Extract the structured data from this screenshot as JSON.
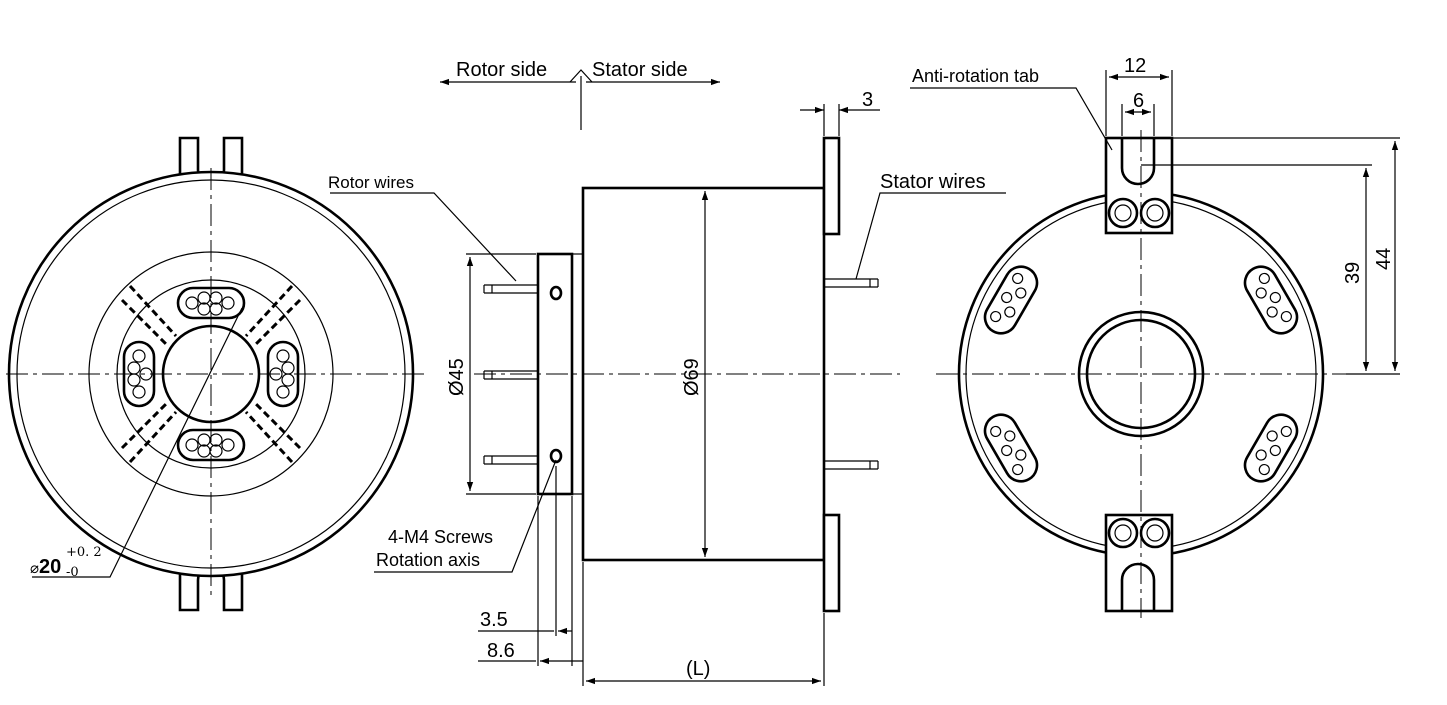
{
  "labels": {
    "rotor_side": "Rotor side",
    "stator_side": "Stator side",
    "rotor_wires": "Rotor wires",
    "stator_wires": "Stator wires",
    "anti_rotation_tab": "Anti-rotation tab",
    "screws": "4-M4 Screws",
    "rotation_axis": "Rotation axis"
  },
  "dimensions": {
    "bore_symbol": "⌀",
    "bore": "20",
    "bore_tol_upper": "+0. 2",
    "bore_tol_lower": "-0",
    "d45": "Ø45",
    "d69": "Ø69",
    "flange_thickness": "3",
    "tab_width": "12",
    "slot_width": "6",
    "slot_height": "39",
    "tab_height": "44",
    "offset_a": "3.5",
    "offset_b": "8.6",
    "length": "(L)"
  }
}
